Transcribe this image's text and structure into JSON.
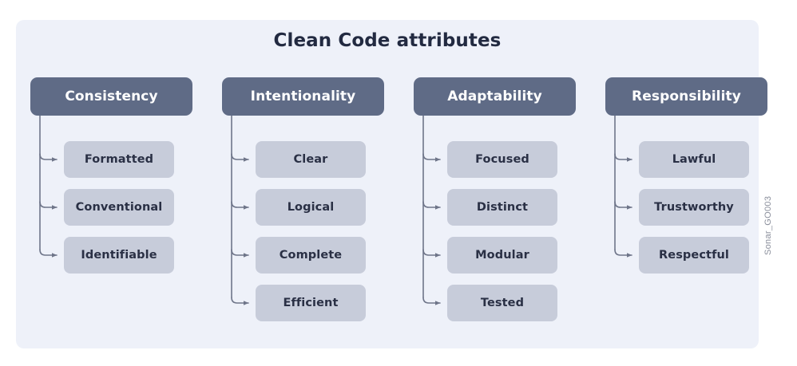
{
  "page": {
    "background": "#ffffff",
    "panel_background": "#eef1f9",
    "title": "Clean Code attributes",
    "watermark": "Sonar_GO003"
  },
  "colors": {
    "header_fill": "#5f6b86",
    "header_text": "#ffffff",
    "child_fill": "#c7ccda",
    "child_text": "#2a3045",
    "connector": "#6e7589",
    "title_text": "#222a41",
    "watermark_text": "#8b8f9c"
  },
  "columns": [
    {
      "header": "Consistency",
      "items": [
        "Formatted",
        "Conventional",
        "Identifiable"
      ]
    },
    {
      "header": "Intentionality",
      "items": [
        "Clear",
        "Logical",
        "Complete",
        "Efficient"
      ]
    },
    {
      "header": "Adaptability",
      "items": [
        "Focused",
        "Distinct",
        "Modular",
        "Tested"
      ]
    },
    {
      "header": "Responsibility",
      "items": [
        "Lawful",
        "Trustworthy",
        "Respectful"
      ]
    }
  ]
}
